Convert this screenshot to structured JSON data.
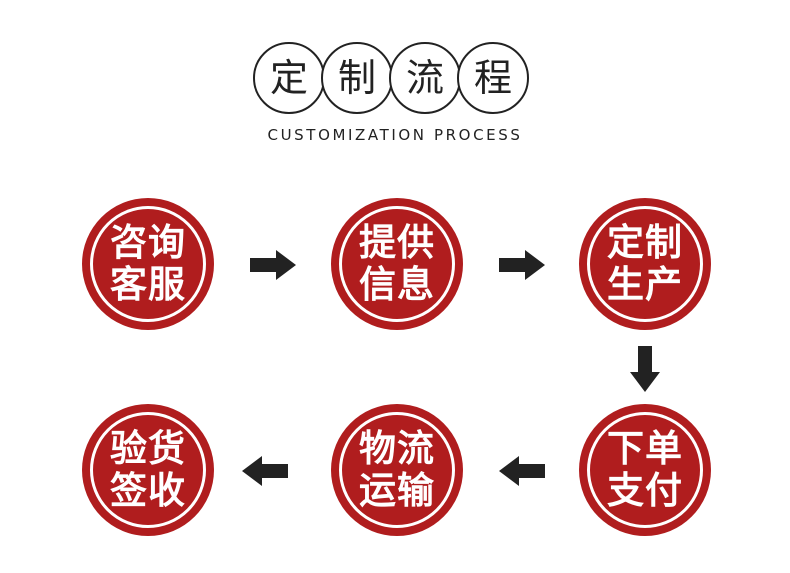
{
  "header": {
    "title_chars": [
      "定",
      "制",
      "流",
      "程"
    ],
    "subtitle": "CUSTOMIZATION PROCESS"
  },
  "steps": [
    {
      "label": "咨询客服"
    },
    {
      "label": "提供信息"
    },
    {
      "label": "定制生产"
    },
    {
      "label": "下单支付"
    },
    {
      "label": "物流运输"
    },
    {
      "label": "验货签收"
    }
  ],
  "colors": {
    "circle_fill": "#b01d1e",
    "ring": "#ffffff",
    "arrow": "#222222",
    "text_dark": "#222222"
  },
  "icons": {
    "arrow_right": "arrow-right-icon",
    "arrow_down": "arrow-down-icon",
    "arrow_left": "arrow-left-icon"
  }
}
